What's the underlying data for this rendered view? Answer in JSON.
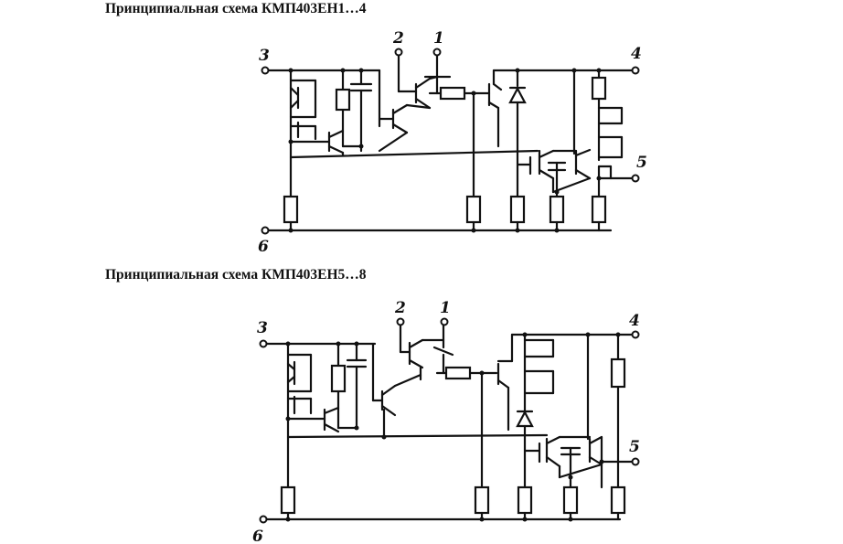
{
  "diagram1": {
    "title": "Принципиальная схема КМП403ЕН1…4",
    "pins": {
      "p1": "1",
      "p2": "2",
      "p3": "3",
      "p4": "4",
      "p5": "5",
      "p6": "6"
    }
  },
  "diagram2": {
    "title": "Принципиальная схема КМП403ЕН5…8",
    "pins": {
      "p1": "1",
      "p2": "2",
      "p3": "3",
      "p4": "4",
      "p5": "5",
      "p6": "6"
    }
  }
}
